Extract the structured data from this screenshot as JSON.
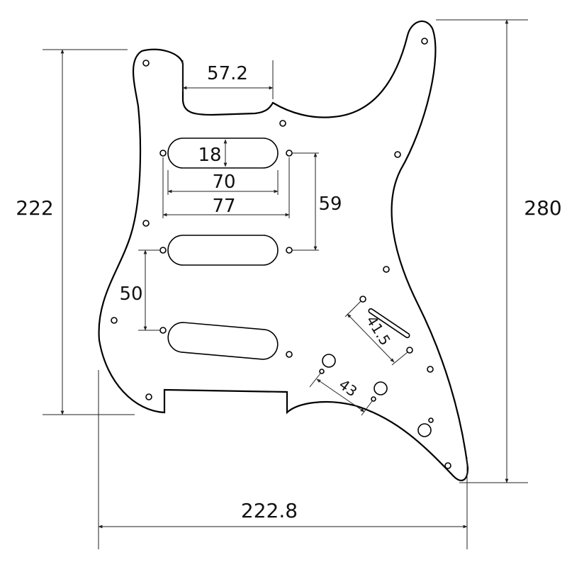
{
  "diagram": {
    "subject": "pickguard",
    "line_color": "#000000",
    "dimensions": {
      "neck_pocket_width": "57.2",
      "pickup_width": "18",
      "pickup_length": "70",
      "pickup_mount_spacing": "77",
      "neck_to_middle_spacing": "59",
      "middle_to_bridge_spacing": "50",
      "switch_mount_spacing": "41.5",
      "pot_spacing": "43",
      "overall_height_left": "222",
      "overall_height_right": "280",
      "overall_width": "222.8"
    }
  }
}
